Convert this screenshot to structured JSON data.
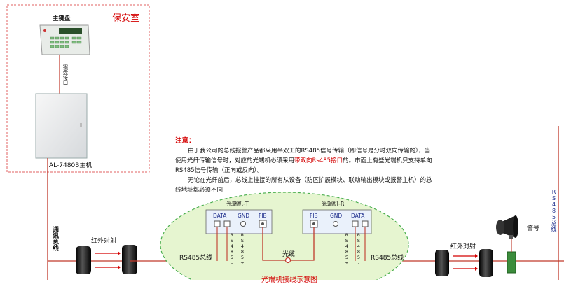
{
  "room": {
    "title": "保安室",
    "keyboard_label": "主键盘",
    "panel_label": "AL-7480B主机",
    "keyboard_port_label": "键盘接口"
  },
  "bus": {
    "label": "通讯总线",
    "rs485_label": "RS485总线",
    "rs485_right_label": "RS485总线"
  },
  "note": {
    "heading": "注意：",
    "p1a": "由于我公司的总线报警产品都采用半双工的RS485信号传输（即信号是分时双向传输的），当使用光纤传输信号时，对应的光端机必须采用",
    "p1b": "带双向Rs485接口",
    "p1c": "的。市面上有些光端机只支持单向RS485信号传输（正向或反向）。",
    "p2": "无论在光纤前后，总线上挂接的所有从设备（防区扩展模块、联动输出模块或报警主机）的总线地址都必须不同"
  },
  "fiber": {
    "caption": "光端机接线示意图",
    "cable_label": "光缆",
    "unit_t": {
      "name": "光端机-T",
      "data": "DATA",
      "gnd": "GND",
      "fib": "FIB",
      "rs_neg": "RS485-",
      "rs_pos": "RS485+"
    },
    "unit_r": {
      "name": "光端机-R",
      "data": "DATA",
      "gnd": "GND",
      "fib": "FIB",
      "rs_neg": "RS485-",
      "rs_pos": "RS485+"
    }
  },
  "devices": {
    "ir_left": "红外对射",
    "ir_right": "红外对射",
    "siren": "警号"
  },
  "colors": {
    "wire": "#c0392b",
    "room_border": "#e06060",
    "ellipse_fill": "#e6f5d0",
    "ellipse_border": "#4caf50"
  }
}
